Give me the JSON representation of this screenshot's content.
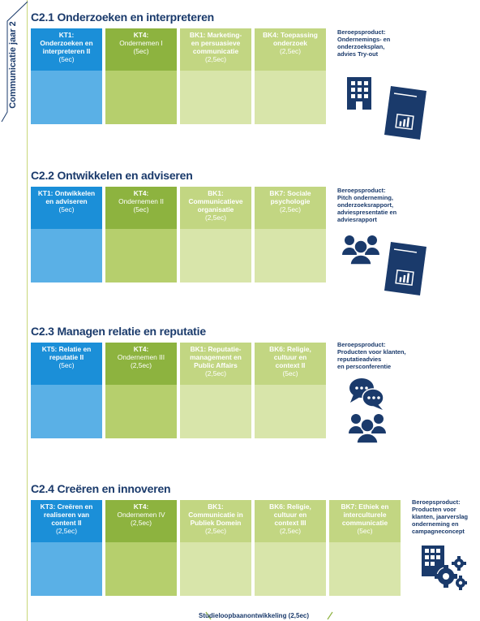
{
  "sidebar": {
    "label": "Communicatie jaar 2"
  },
  "sections": [
    {
      "title": "C2.1 Onderzoeken en interpreteren",
      "blocks": [
        {
          "code": "KT1:\nOnderzoeken en\ninterpreteren II",
          "duration": "(5ec)"
        },
        {
          "code": "KT4:",
          "name": "Ondernemen I",
          "duration": "(5ec)"
        },
        {
          "code": "BK1: Marketing-\nen persuasieve\ncommunicatie",
          "duration": "(2,5ec)"
        },
        {
          "code": "BK4: Toepassing\nonderzoek",
          "duration": "(2,5ec)"
        }
      ],
      "product": "Beroepsproduct:\nOndernemings- en\nonderzoeksplan,\nadvies Try-out",
      "icons": [
        "building-icon",
        "report-icon"
      ]
    },
    {
      "title": "C2.2 Ontwikkelen en adviseren",
      "blocks": [
        {
          "code": "KT1: Ontwikkelen\nen adviseren",
          "duration": "(5ec)"
        },
        {
          "code": "KT4:",
          "name": "Ondernemen II",
          "duration": "(5ec)"
        },
        {
          "code": "BK1:",
          "name": "Communicatieve\norganisatie",
          "duration": "(2,5ec)"
        },
        {
          "code": "BK7: Sociale\npsychologie",
          "duration": "(2,5ec)"
        }
      ],
      "product": "Beroepsproduct:\nPitch onderneming,\nonderzoeksrapport,\nadviespresentatie en\nadviesrapport",
      "icons": [
        "group-icon",
        "report-icon"
      ]
    },
    {
      "title": "C2.3 Managen relatie en reputatie",
      "blocks": [
        {
          "code": "KT5: Relatie en\nreputatie II",
          "duration": "(5ec)"
        },
        {
          "code": "KT4:",
          "name": "Ondernemen III",
          "duration": "(2,5ec)"
        },
        {
          "code": "BK1: Reputatie-\nmanagement en\nPublic Affairs",
          "duration": "(2,5ec)"
        },
        {
          "code": "BK6: Religie,\ncultuur en\ncontext II",
          "duration": "(5ec)"
        }
      ],
      "product": "Beroepsproduct:\nProducten voor klanten,\nreputatieadvies\nen persconferentie",
      "icons": [
        "chat-icon",
        "group-icon"
      ]
    },
    {
      "title": "C2.4 Creëren en innoveren",
      "blocks": [
        {
          "code": "KT3: Creëren en\nrealiseren van\ncontent II",
          "duration": "(2,5ec)"
        },
        {
          "code": "KT4:",
          "name": "Ondernemen IV",
          "duration": "(2,5ec)"
        },
        {
          "code": "BK1:\nCommunicatie in\nPubliek Domein",
          "duration": "(2,5ec)"
        },
        {
          "code": "BK6: Religie,\ncultuur en\ncontext III",
          "duration": "(2,5ec)"
        },
        {
          "code": "BK7: Ethiek en\ninterculturele\ncommunicatie",
          "duration": "(5ec)"
        }
      ],
      "product": "Beroepsproduct:\nProducten voor\nklanten, jaarverslag\nonderneming en\ncampagneconcept",
      "icons": [
        "building-gears-icon"
      ]
    }
  ],
  "footer": "Studieloopbaanontwikkeling (2,5ec)",
  "colors": {
    "blue": "#1b8fd8",
    "green": "#8db33f",
    "light_green": "#c2d682",
    "navy": "#1a3a6b"
  }
}
